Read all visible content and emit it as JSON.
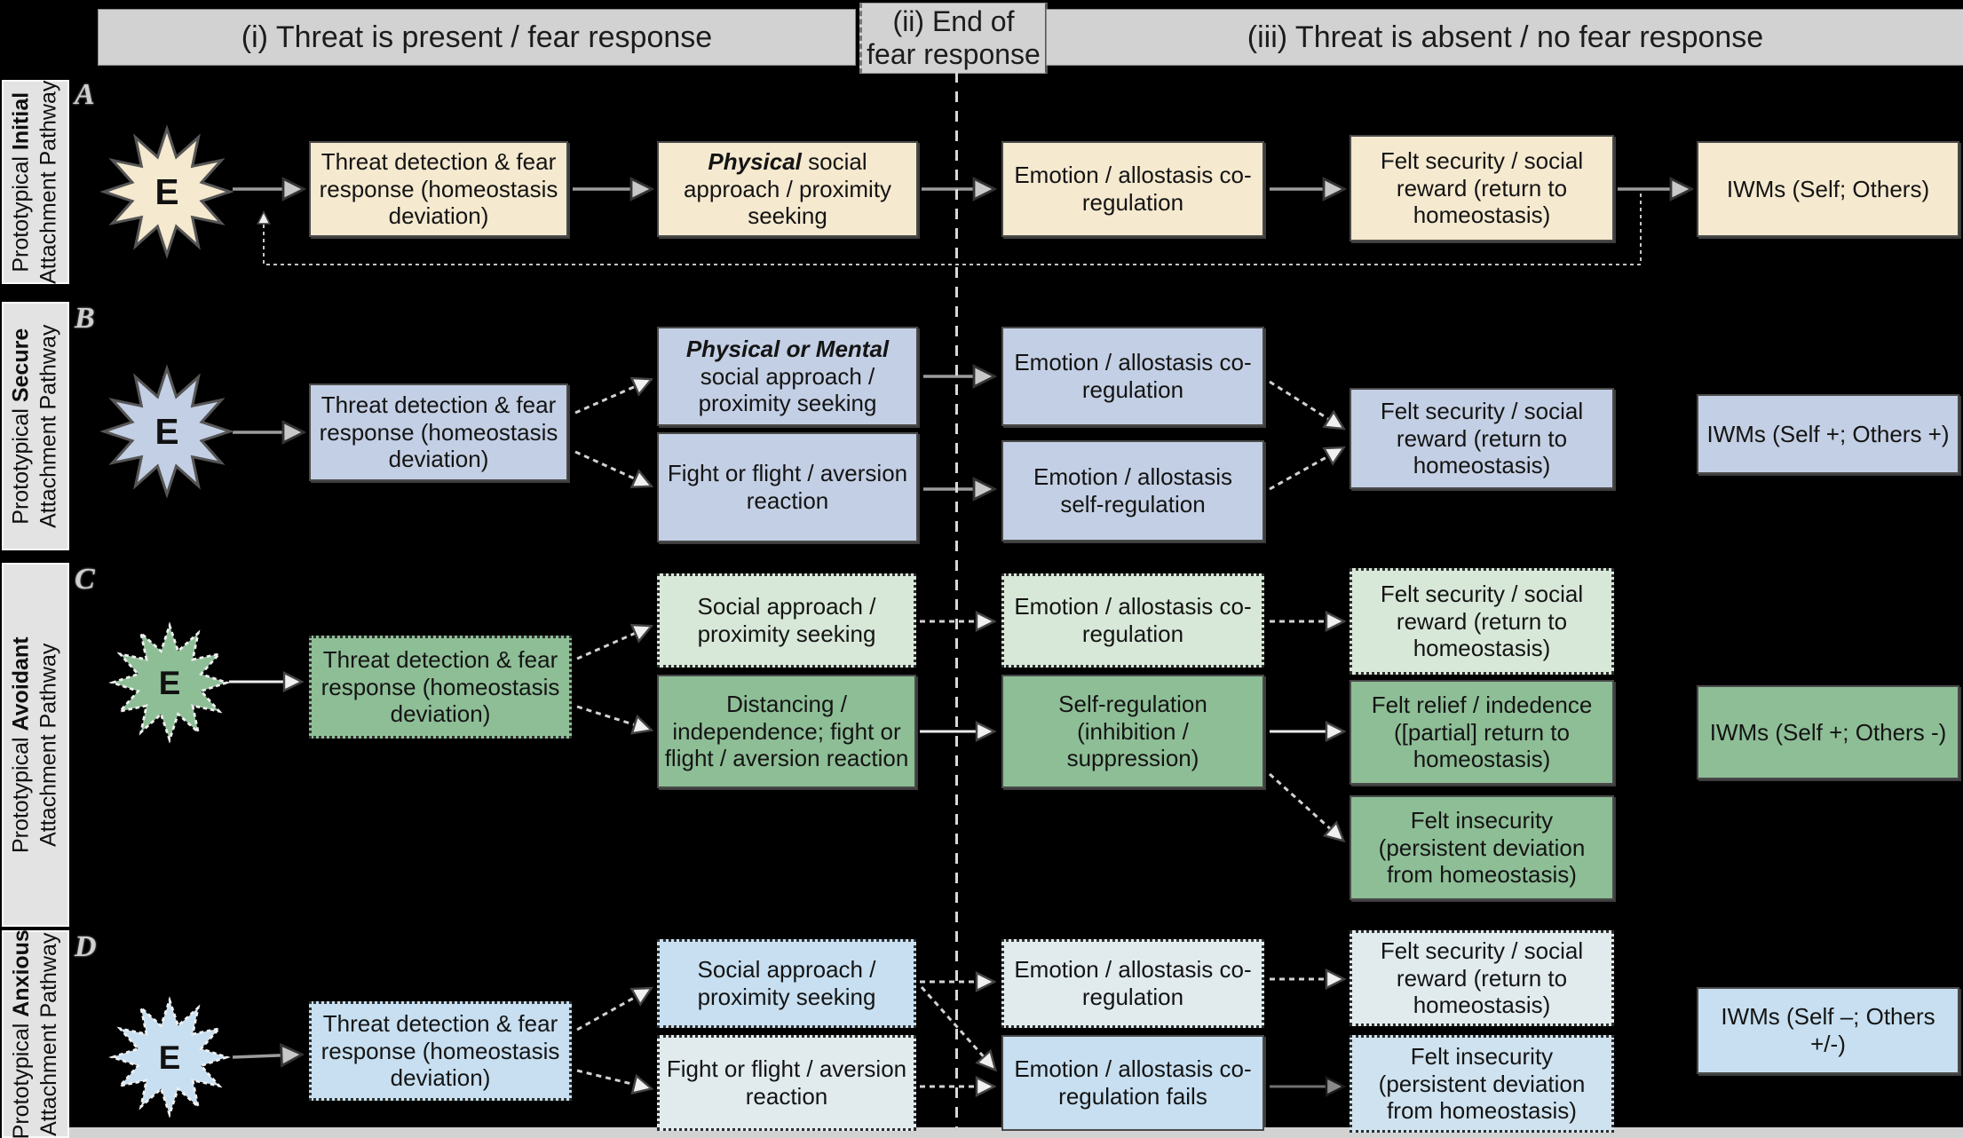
{
  "header": {
    "col_i": "(i) Threat is present / fear response",
    "col_ii_line1": "(ii) End of",
    "col_ii_line2": "fear response",
    "col_iii": "(iii) Threat is absent / no fear response"
  },
  "rows": [
    {
      "letter": "A",
      "sidebar_prefix": "Prototypical ",
      "sidebar_emphasis": "Initial",
      "sidebar_line2": "Attachment Pathway",
      "event_label": "E",
      "boxes": {
        "threat": "Threat detection & fear response (homeostasis deviation)",
        "approach_em": "Physical",
        "approach_rest": " social approach / proximity seeking",
        "coregulation": "Emotion / allostasis co-regulation",
        "felt_security": "Felt security / social reward (return to homeostasis)",
        "iwms": "IWMs (Self; Others)"
      }
    },
    {
      "letter": "B",
      "sidebar_prefix": "Prototypical ",
      "sidebar_emphasis": "Secure",
      "sidebar_line2": "Attachment Pathway",
      "event_label": "E",
      "boxes": {
        "threat": "Threat detection & fear response (homeostasis deviation)",
        "approach_em": "Physical or Mental",
        "approach_rest": " social approach / proximity seeking",
        "fight": "Fight or flight / aversion reaction",
        "coregulation": "Emotion / allostasis co-regulation",
        "selfregulation": "Emotion / allostasis self-regulation",
        "felt_security": "Felt security / social reward (return to homeostasis)",
        "iwms": "IWMs (Self +; Others +)"
      }
    },
    {
      "letter": "C",
      "sidebar_prefix": "Prototypical ",
      "sidebar_emphasis": "Avoidant",
      "sidebar_line2": "Attachment Pathway",
      "event_label": "E",
      "boxes": {
        "threat": "Threat detection & fear response (homeostasis deviation)",
        "social_approach": "Social approach / proximity seeking",
        "distancing": "Distancing / independence; fight or flight / aversion reaction",
        "coregulation": "Emotion / allostasis co-regulation",
        "selfregulation": "Self-regulation (inhibition / suppression)",
        "felt_security": "Felt security / social reward (return to homeostasis)",
        "felt_relief": "Felt relief / indedence ([partial] return to homeostasis)",
        "felt_insecurity": "Felt insecurity (persistent deviation from homeostasis)",
        "iwms": "IWMs (Self +; Others -)"
      }
    },
    {
      "letter": "D",
      "sidebar_prefix": "Prototypical ",
      "sidebar_emphasis": "Anxious",
      "sidebar_line2": "Attachment Pathway",
      "event_label": "E",
      "boxes": {
        "threat": "Threat detection & fear response (homeostasis deviation)",
        "social_approach": "Social approach / proximity seeking",
        "fight": "Fight or flight / aversion reaction",
        "coregulation": "Emotion / allostasis co-regulation",
        "coregulation_fails": "Emotion / allostasis co-regulation fails",
        "felt_security": "Felt security / social reward (return to homeostasis)",
        "felt_insecurity": "Felt insecurity (persistent deviation from homeostasis)",
        "iwms": "IWMs (Self –; Others +/-)"
      }
    }
  ],
  "colors": {
    "background": "#000000",
    "header_bg": "#d2d2d2",
    "sidebar_bg": "#e3e3e3",
    "row_a_fill": "#f5e9cf",
    "row_b_fill": "#c3cfe4",
    "row_c_light": "#d8e8d8",
    "row_c_dark": "#8ebe96",
    "row_d_mid": "#c7dff0",
    "row_d_light": "#e1ebee",
    "row_d_insecurity": "#cfe2ef"
  }
}
